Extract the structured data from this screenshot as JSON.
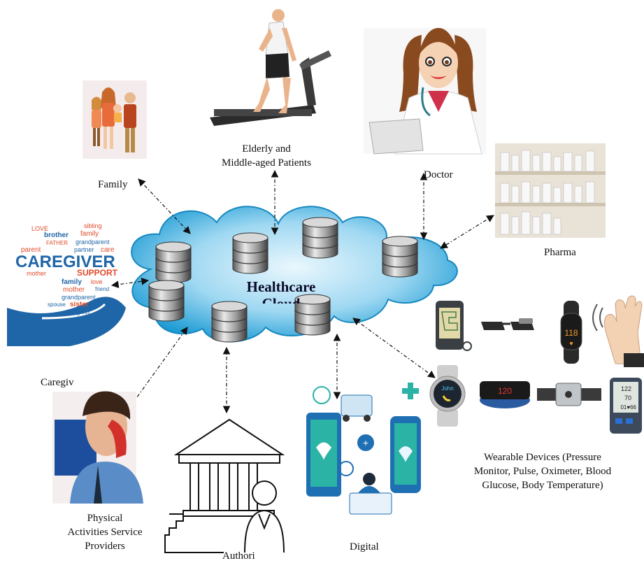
{
  "cloud": {
    "title_line1": "Healthcare",
    "title_line2": "Cloud"
  },
  "labels": {
    "family": "Family",
    "elderly_line1": "Elderly and",
    "elderly_line2": "Middle-aged Patients",
    "doctor": "Doctor",
    "pharma": "Pharma",
    "caregiver": "Caregiv",
    "physical_line1": "Physical",
    "physical_line2": "Activities Service",
    "physical_line3": "Providers",
    "authority": "Authori",
    "digital": "Digital",
    "wearable_line1": "Wearable Devices (Pressure",
    "wearable_line2": "Monitor, Pulse, Oximeter, Blood",
    "wearable_line3": "Glucose, Body Temperature)"
  },
  "caregiver_words": [
    "LOVE",
    "sibling",
    "brother",
    "family",
    "FATHER",
    "grandparent",
    "parent",
    "partner",
    "care",
    "CAREGIVER",
    "mother",
    "SUPPORT",
    "family",
    "love",
    "friend",
    "mother",
    "spouse",
    "sister",
    "grandparent",
    "caregiver"
  ],
  "devices": {
    "watch_text": "118",
    "band_text": "120",
    "smartwatch_text": "John",
    "bp_line1": "122",
    "bp_line2": "70",
    "bp_line3": "01♥66"
  },
  "colors": {
    "cloud_fill": "#1fa2d9",
    "cloud_light": "#bfe6f7",
    "db_dark": "#4a4a4a",
    "db_light": "#e6e6e6",
    "arrow": "#111111",
    "caregiver_blue": "#1f66a8"
  }
}
